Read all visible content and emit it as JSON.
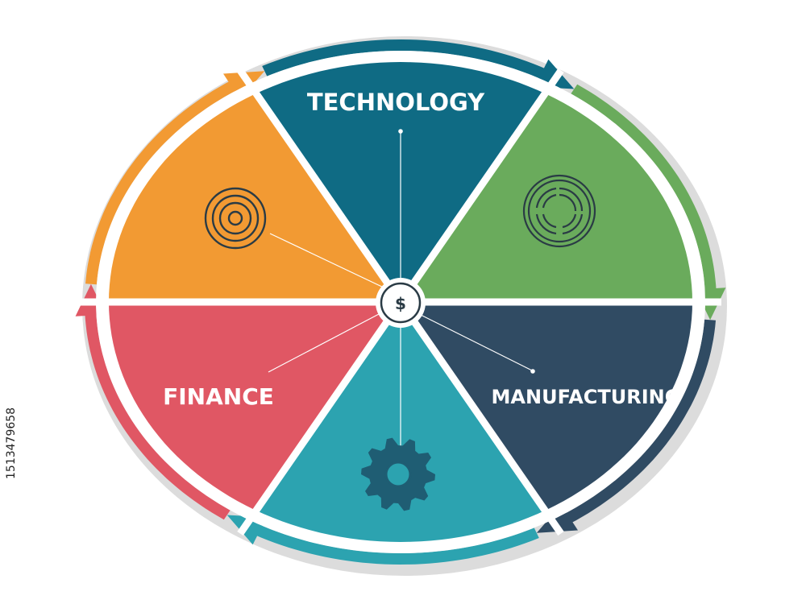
{
  "segments": [
    {
      "id": "technology",
      "label": "TECHNOLOGY",
      "color": "#0f6b84",
      "icon": "none"
    },
    {
      "id": "green",
      "label": "",
      "color": "#6aab5c",
      "icon": "circular-chart-icon"
    },
    {
      "id": "manufacturing",
      "label": "MANUFACTURING",
      "color": "#304b63",
      "icon": "none"
    },
    {
      "id": "teal",
      "label": "",
      "color": "#2ca3b0",
      "icon": "gear-icon"
    },
    {
      "id": "finance",
      "label": "FINANCE",
      "color": "#e05764",
      "icon": "none"
    },
    {
      "id": "orange",
      "label": "",
      "color": "#f29a33",
      "icon": "target-icon"
    }
  ],
  "center": {
    "symbol": "$",
    "icon": "dollar-icon"
  },
  "side_id": "1513479658",
  "colors": {
    "outline": "#d9d9d9",
    "divider": "#ffffff",
    "icon_stroke": "#2a3b45"
  }
}
